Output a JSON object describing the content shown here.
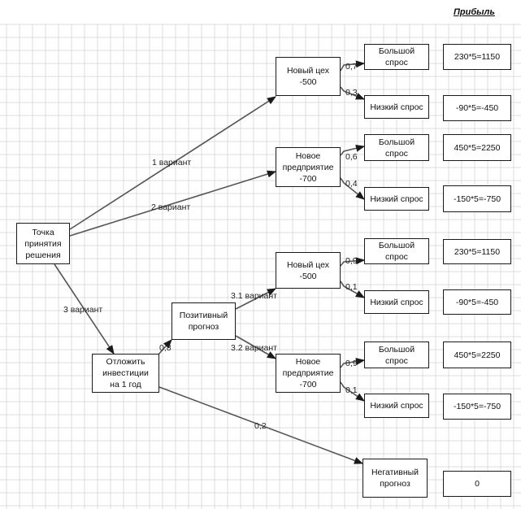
{
  "header": {
    "profit": "Прибыль"
  },
  "nodes": {
    "decision": "Точка\nпринятия\nрешения",
    "new_shop_1": "Новый цех\n-500",
    "new_enterprise_1": "Новое\nпредприятие\n-700",
    "positive_forecast": "Позитивный\nпрогноз",
    "postpone": "Отложить\nинвестиции\nна 1 год",
    "new_shop_2": "Новый цех\n-500",
    "new_enterprise_2": "Новое\nпредприятие\n-700",
    "negative_forecast": "Негативный\nпрогноз"
  },
  "outcomes": {
    "o1": "Большой\nспрос",
    "o2": "Низкий спрос",
    "o3": "Большой\nспрос",
    "o4": "Низкий спрос",
    "o5": "Большой\nспрос",
    "o6": "Низкий спрос",
    "o7": "Большой\nспрос",
    "o8": "Низкий спрос"
  },
  "profits": {
    "p1": "230*5=1150",
    "p2": "-90*5=-450",
    "p3": "450*5=2250",
    "p4": "-150*5=-750",
    "p5": "230*5=1150",
    "p6": "-90*5=-450",
    "p7": "450*5=2250",
    "p8": "-150*5=-750",
    "p9": "0"
  },
  "edge_labels": {
    "v1": "1 вариант",
    "v2": "2 вариант",
    "v3": "3 вариант",
    "v31": "3.1 вариант",
    "v32": "3.2 вариант",
    "pr_07": "0,7",
    "pr_03": "0,3",
    "pr_06": "0,6",
    "pr_04": "0,4",
    "pr_09a": "0,9",
    "pr_01a": "0,1",
    "pr_09b": "0,9",
    "pr_01b": "0,1",
    "pr_08": "0,8",
    "pr_02": "0,2"
  }
}
